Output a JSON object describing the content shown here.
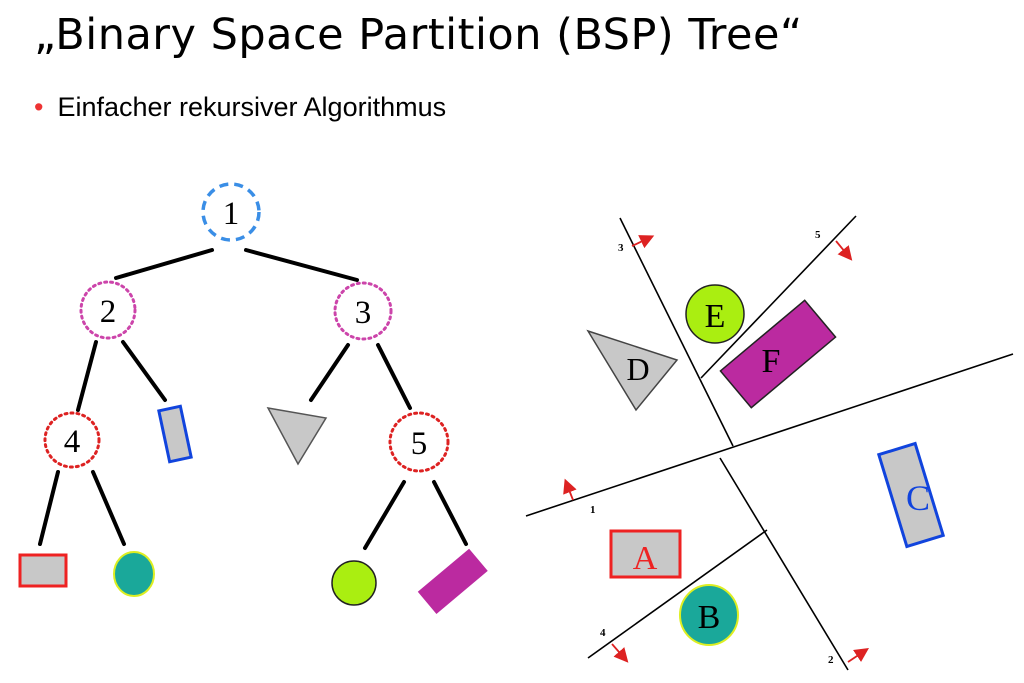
{
  "slide": {
    "title": "„Binary Space Partition (BSP) Tree“",
    "bullet": "Einfacher rekursiver Algorithmus"
  },
  "tree": {
    "nodes": [
      "1",
      "2",
      "3",
      "4",
      "5"
    ]
  },
  "partition": {
    "object_labels": [
      "A",
      "B",
      "C",
      "D",
      "E",
      "F"
    ],
    "line_labels": [
      "1",
      "2",
      "3",
      "4",
      "5"
    ]
  },
  "colors": {
    "bullet": "#ee3333",
    "node1": "#3a8ee6",
    "node23": "#cc44aa",
    "node45": "#dd2222",
    "gray_fill": "#c8c8c8",
    "teal": "#1aa89a",
    "lime": "#aaee11",
    "magenta": "#bb2aa0",
    "blue_border": "#1144dd",
    "red_border": "#ee2222",
    "arrow": "#dd2222"
  }
}
